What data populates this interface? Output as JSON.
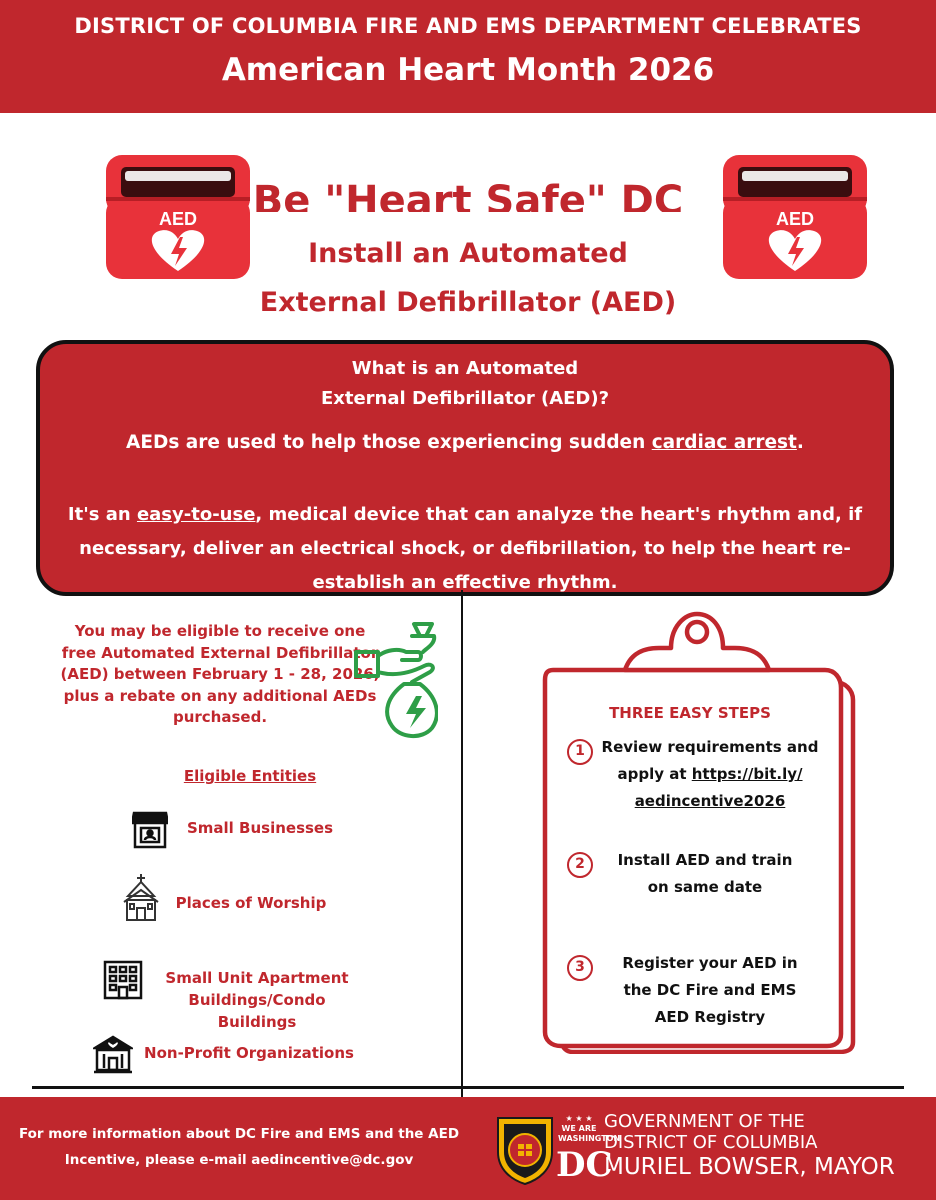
{
  "header": {
    "line1": "DISTRICT OF COLUMBIA FIRE AND EMS DEPARTMENT CELEBRATES",
    "line2": "American Heart Month 2026"
  },
  "aed_icon": {
    "label": "AED",
    "color": "#e8323a"
  },
  "title": {
    "line1": "Be \"Heart Safe\" DC",
    "line2": "Install an Automated",
    "line3": "External Defibrillator (AED)"
  },
  "info_box": {
    "question_line1": "What is an Automated",
    "question_line2": "External Defibrillator (AED)?",
    "p1_before": "AEDs are used to help those experiencing sudden ",
    "p1_link": "cardiac arrest",
    "p1_after": ".",
    "p2_before": "It's an ",
    "p2_link": "easy-to-use",
    "p2_after": ", medical device that can analyze the heart's rhythm and, if necessary, deliver an electrical shock, or defibrillation, to help the heart re-establish an effective rhythm."
  },
  "eligibility": {
    "text": "You  may be eligible to receive one free Automated External Defibrillator (AED) between February 1 - 28, 2026, plus a rebate on any additional AEDs purchased.",
    "entities_heading": "Eligible Entities",
    "entities": [
      {
        "label": "Small Businesses",
        "icon": "storefront-icon"
      },
      {
        "label": "Places of Worship",
        "icon": "church-icon"
      },
      {
        "label": "Small Unit Apartment Buildings/Condo Buildings",
        "icon": "apartment-building-icon"
      },
      {
        "label": "Non-Profit Organizations",
        "icon": "nonprofit-building-icon"
      }
    ]
  },
  "steps": {
    "heading": "THREE EASY STEPS",
    "items": [
      {
        "num": "1",
        "text_before": "Review requirements and apply at ",
        "link": "https://bit.ly/ aedincentive2026"
      },
      {
        "num": "2",
        "text": "Install AED and train on same date"
      },
      {
        "num": "3",
        "text": "Register your AED in the DC Fire and EMS AED Registry"
      }
    ]
  },
  "footer": {
    "info": "For more information about DC Fire and EMS and the AED Incentive, please e-mail aedincentive@dc.gov",
    "we_are": "★ ★ ★ WE ARE WASHINGTON",
    "dc": "DC",
    "gov_line1": "GOVERNMENT OF THE",
    "gov_line2": "DISTRICT OF COLUMBIA",
    "mayor": "MURIEL BOWSER, MAYOR"
  },
  "colors": {
    "brand_red": "#c0272d",
    "icon_green": "#2e9e47"
  }
}
